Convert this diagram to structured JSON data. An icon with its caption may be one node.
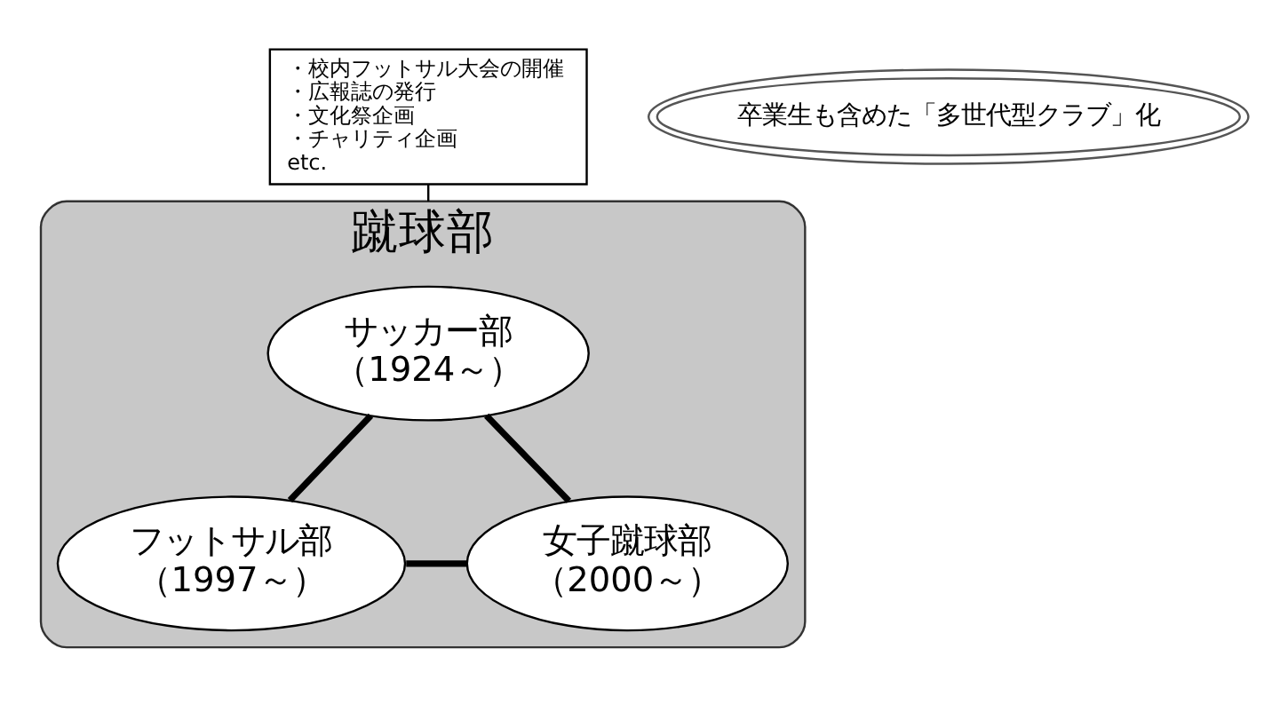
{
  "diagram": {
    "nodes": [
      {
        "text": [
          "蹴球部"
        ]
      },
      {
        "text": [
          "サッカー部",
          "（1924～）"
        ],
        "in": 0
      },
      {
        "text": [
          "フットサル部",
          "（1997～）"
        ],
        "in": 0
      },
      {
        "text": [
          "女子蹴球部",
          "（2000～）"
        ],
        "in": 0
      },
      {
        "text": [
          "・校内フットサル大会の開催",
          "・広報誌の発行",
          "・文化祭企画",
          "・チャリティ企画",
          "etc."
        ]
      },
      {
        "text": [
          "卒業生も含めた「多世代型クラブ」化"
        ]
      }
    ],
    "edges": [
      {
        "from": 1,
        "to": 2,
        "arrow": "none"
      },
      {
        "from": 1,
        "to": 3,
        "arrow": "none"
      },
      {
        "from": 2,
        "to": 3,
        "arrow": "none"
      },
      {
        "from": 4,
        "to": 0,
        "arrow": "none"
      }
    ]
  }
}
